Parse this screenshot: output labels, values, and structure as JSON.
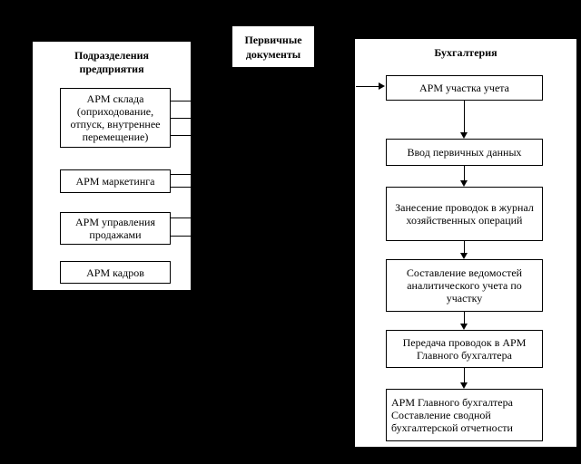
{
  "colors": {
    "page_background": "#000000",
    "panel_fill": "#ffffff",
    "line_color": "#000000"
  },
  "left_panel": {
    "title": "Подразделения предприятия",
    "items": [
      "АРМ склада (оприходование, отпуск, внутреннее перемещение)",
      "АРМ маркетинга",
      "АРМ управления продажами",
      "АРМ кадров"
    ]
  },
  "documents_box": {
    "label": "Первичные документы"
  },
  "right_panel": {
    "title": "Бухгалтерия",
    "steps": [
      "АРМ участка учета",
      "Ввод первичных данных",
      "Занесение проводок в журнал хозяйственных операций",
      "Составление ведомостей аналитического учета по участку",
      "Передача проводок в АРМ Главного бухгалтера",
      "АРМ Главного бухгалтера\nСоставление сводной бухгалтерской отчетности"
    ]
  }
}
